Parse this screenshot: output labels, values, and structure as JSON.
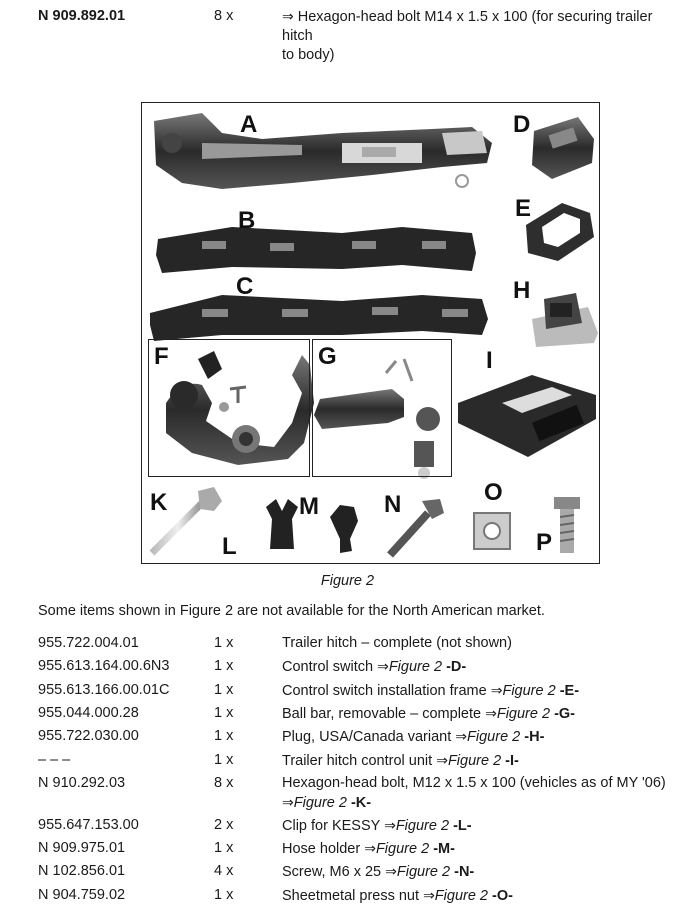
{
  "top_item": {
    "part_number": "N 909.892.01",
    "quantity": "8 x",
    "arrow": "⇒",
    "description_line1": "Hexagon-head bolt M14 x 1.5 x 100 (for securing trailer hitch",
    "description_line2": "to body)"
  },
  "figure": {
    "callouts": [
      "A",
      "B",
      "C",
      "D",
      "E",
      "H",
      "F",
      "G",
      "I",
      "K",
      "L",
      "M",
      "N",
      "O",
      "P"
    ],
    "caption": "Figure 2"
  },
  "note": "Some items shown in Figure 2 are not available for the North American market.",
  "arrow_glyph": "⇒",
  "items": [
    {
      "part_number": "955.722.004.01",
      "quantity": "1 x",
      "description": "Trailer hitch – complete (not shown)",
      "figure_ref": "",
      "figure_letter": ""
    },
    {
      "part_number": "955.613.164.00.6N3",
      "quantity": "1 x",
      "description": "Control switch",
      "figure_ref": "Figure 2",
      "figure_letter": "-D-"
    },
    {
      "part_number": "955.613.166.00.01C",
      "quantity": "1 x",
      "description": "Control switch installation frame",
      "figure_ref": "Figure 2",
      "figure_letter": "-E-"
    },
    {
      "part_number": "955.044.000.28",
      "quantity": "1 x",
      "description": "Ball bar, removable – complete",
      "figure_ref": "Figure 2",
      "figure_letter": "-G-"
    },
    {
      "part_number": "955.722.030.00",
      "quantity": "1 x",
      "description": "Plug, USA/Canada variant",
      "figure_ref": "Figure 2",
      "figure_letter": "-H-"
    },
    {
      "part_number": "– – –",
      "quantity": "1 x",
      "description": "Trailer hitch control unit",
      "figure_ref": "Figure 2",
      "figure_letter": "-I-"
    },
    {
      "part_number": "N 910.292.03",
      "quantity": "8 x",
      "description": "Hexagon-head bolt, M12 x 1.5 x 100 (vehicles as of MY '06)",
      "figure_ref": "Figure 2",
      "figure_letter": "-K-"
    },
    {
      "part_number": "955.647.153.00",
      "quantity": "2 x",
      "description": "Clip for KESSY",
      "figure_ref": "Figure 2",
      "figure_letter": "-L-"
    },
    {
      "part_number": "N 909.975.01",
      "quantity": "1 x",
      "description": "Hose holder",
      "figure_ref": "Figure 2",
      "figure_letter": "-M-"
    },
    {
      "part_number": "N 102.856.01",
      "quantity": "4 x",
      "description": "Screw, M6 x 25",
      "figure_ref": "Figure 2",
      "figure_letter": "-N-"
    },
    {
      "part_number": "N 904.759.02",
      "quantity": "1 x",
      "description": "Sheetmetal press nut",
      "figure_ref": "Figure 2",
      "figure_letter": "-O-"
    }
  ]
}
